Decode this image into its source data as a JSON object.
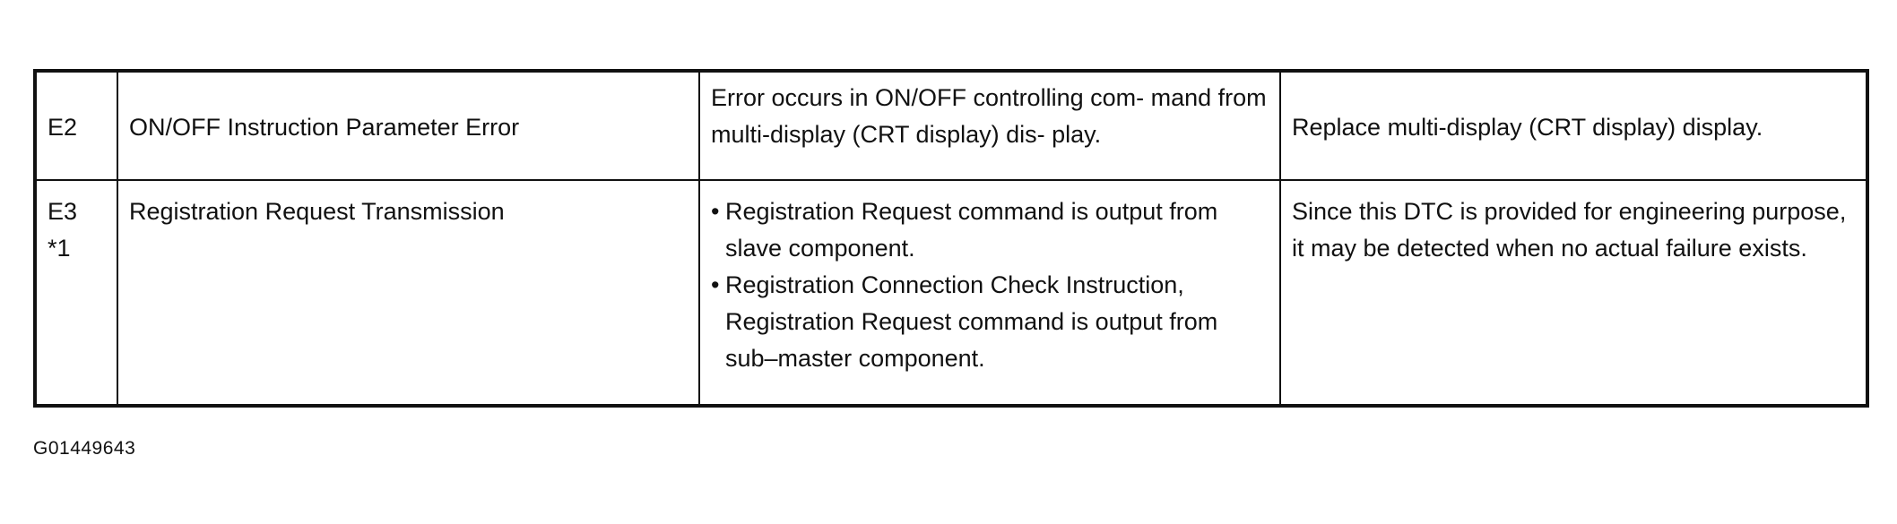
{
  "table": {
    "rows": [
      {
        "code": [
          "E2"
        ],
        "name": "ON/OFF Instruction Parameter Error",
        "condition_text": "Error occurs in ON/OFF controlling com- mand from multi-display (CRT display) dis- play.",
        "remedy": "Replace multi-display (CRT display) display."
      },
      {
        "code": [
          "E3",
          "*1"
        ],
        "name": "Registration Request Transmission",
        "condition_items": [
          {
            "bullet": "•",
            "text": "Registration Request command is output from slave component."
          },
          {
            "bullet": "•",
            "text": "Registration Connection Check Instruction, Registration Request command is output from sub–master component."
          }
        ],
        "remedy": "Since this DTC is provided for engineering purpose, it may be detected when no actual failure exists."
      }
    ]
  },
  "figure_id": "G01449643"
}
